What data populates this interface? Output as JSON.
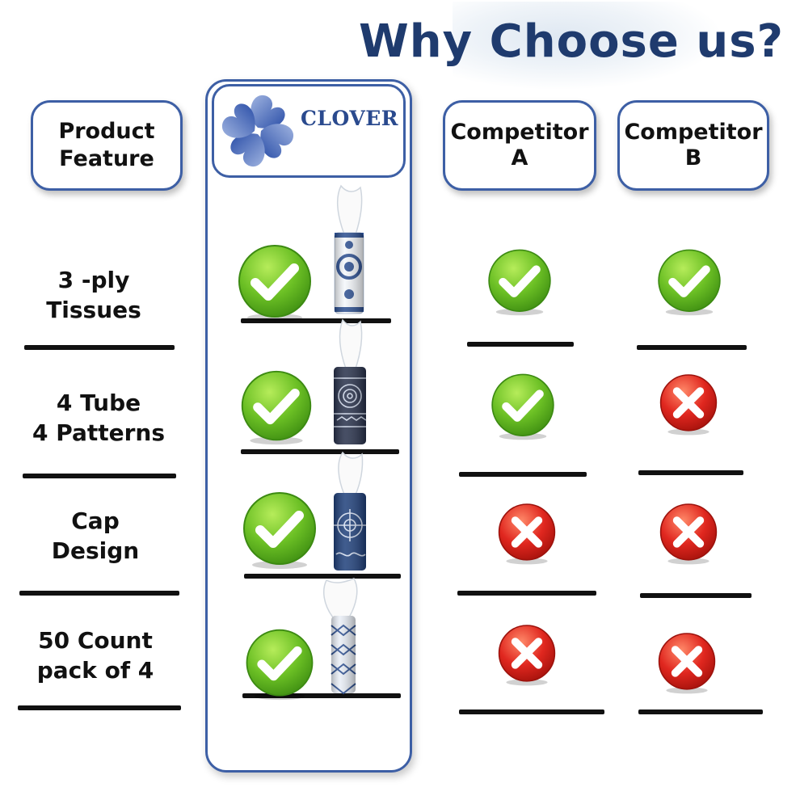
{
  "title": "Why Choose us?",
  "headers": {
    "feature": [
      "Product",
      "Feature"
    ],
    "brand": "CLOVER",
    "competitor_a": [
      "Competitor",
      "A"
    ],
    "competitor_b": [
      "Competitor",
      "B"
    ]
  },
  "rows": [
    {
      "feature": [
        "3 -ply",
        "Tissues"
      ],
      "clover": "check",
      "competitor_a": "check",
      "competitor_b": "check"
    },
    {
      "feature": [
        "4 Tube",
        "4 Patterns"
      ],
      "clover": "check",
      "competitor_a": "check",
      "competitor_b": "cross"
    },
    {
      "feature": [
        "Cap",
        "Design"
      ],
      "clover": "check",
      "competitor_a": "cross",
      "competitor_b": "cross"
    },
    {
      "feature": [
        "50 Count",
        "pack of 4"
      ],
      "clover": "check",
      "competitor_a": "cross",
      "competitor_b": "cross"
    }
  ],
  "icons": {
    "check": "check-circle-icon",
    "cross": "cross-circle-icon",
    "logo": "clover-leaf-icon"
  },
  "colors": {
    "border": "#3d5fa5",
    "check": "#6cc025",
    "cross": "#e0271f",
    "title": "#1f3b6e"
  }
}
